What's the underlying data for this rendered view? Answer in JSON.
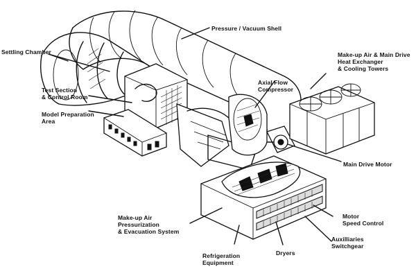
{
  "labels": {
    "settling_chamber": "Settling Chamber",
    "pressure_shell": "Pressure / Vacuum Shell",
    "test_section": "Test Section\n& Control Room",
    "model_prep": "Model Preparation\nArea",
    "axial_compressor": "Axial Flow\nCompressor",
    "makeup_drive": "Make-up Air & Main Drive\nHeat Exchanger\n& Cooling Towers",
    "main_drive_motor": "Main Drive Motor",
    "makeup_air": "Make-up Air\nPressurization\n& Evacuation System",
    "motor_speed": "Motor\nSpeed Control",
    "auxiliaries": "Auxilliaries\nSwitchgear",
    "dryers": "Dryers",
    "refrigeration": "Refrigeration\nEquipment"
  }
}
